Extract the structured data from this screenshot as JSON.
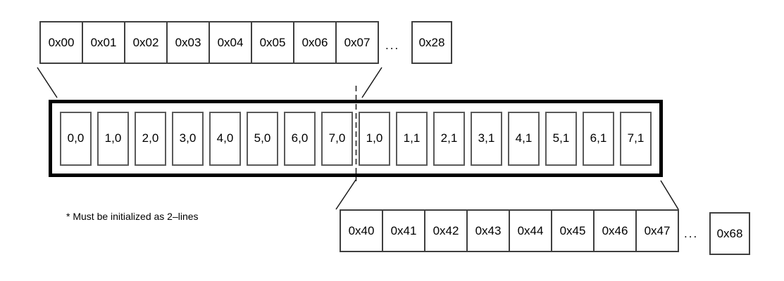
{
  "top_memory_row": {
    "cells": [
      "0x00",
      "0x01",
      "0x02",
      "0x03",
      "0x04",
      "0x05",
      "0x06",
      "0x07"
    ],
    "ellipsis": "...",
    "last_cell": "0x28"
  },
  "line_buffer": {
    "cells": [
      "0,0",
      "1,0",
      "2,0",
      "3,0",
      "4,0",
      "5,0",
      "6,0",
      "7,0",
      "1,0",
      "1,1",
      "2,1",
      "3,1",
      "4,1",
      "5,1",
      "6,1",
      "7,1"
    ]
  },
  "bottom_memory_row": {
    "cells": [
      "0x40",
      "0x41",
      "0x42",
      "0x43",
      "0x44",
      "0x45",
      "0x46",
      "0x47"
    ],
    "ellipsis": "...",
    "last_cell": "0x68"
  },
  "note": "* Must be initialized as 2–lines",
  "colors": {
    "background": "#ffffff",
    "thin_border": "#3f3f3f",
    "cell_border": "#5a5a5a",
    "thick_border": "#000000",
    "text": "#000000",
    "connector": "#1a1a1a"
  }
}
